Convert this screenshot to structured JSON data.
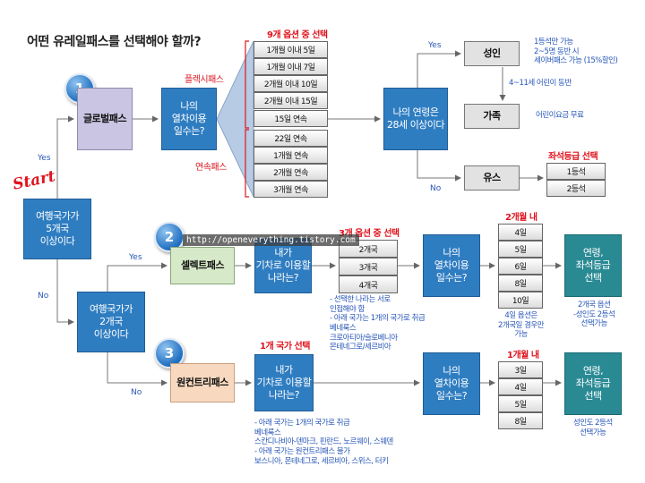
{
  "title": "어떤 유레일패스를 선택해야 할까?",
  "start_label": "Start",
  "url_watermark": "http://openeverything.tistory.com",
  "nodes": {
    "start_q": "여행국가가\n5개국\n이상이다",
    "global_pass": "글로벌패스",
    "days_q1": "나의\n열차이용\n일수는?",
    "age_q": "나의 연령은\n28세 이상이다",
    "adult": "성인",
    "family": "가족",
    "youth": "유스",
    "two_country_q": "여행국가가\n2개국\n이상이다",
    "select_pass": "셀렉트패스",
    "train_q1": "내가\n기차로 이용할\n나라는?",
    "days_q2": "나의\n열차이용\n일수는?",
    "result_select": "연령,\n좌석등급\n선택",
    "one_country_pass": "원컨트리패스",
    "train_q2": "내가\n기차로 이용할\n나라는?",
    "days_q3": "나의\n열차이용\n일수는?",
    "result_one": "연령,\n좌석등급\n선택"
  },
  "badges": [
    "1",
    "2",
    "3"
  ],
  "global_options": {
    "header": "9개 옵션 중 선택",
    "flexi_label": "플렉시패스",
    "continuous_label": "연속패스",
    "items": [
      "1개월 이내 5일",
      "1개월 이내 7일",
      "2개월 이내 10일",
      "2개월 이내 15일",
      "15일 연속",
      "22일 연속",
      "1개월 연속",
      "2개월 연속",
      "3개월 연속"
    ]
  },
  "seat_class": {
    "header": "좌석등급 선택",
    "items": [
      "1등석",
      "2등석"
    ]
  },
  "select_options": {
    "header": "3개 옵션 중 선택",
    "items": [
      "2개국",
      "3개국",
      "4개국"
    ]
  },
  "select_days": {
    "header": "2개월 내",
    "items": [
      "4일",
      "5일",
      "6일",
      "8일",
      "10일"
    ]
  },
  "one_country": {
    "header": "1개 국가 선택"
  },
  "one_days": {
    "header": "1개월 내",
    "items": [
      "3일",
      "4일",
      "5일",
      "8일"
    ]
  },
  "edge_labels": {
    "yes1": "Yes",
    "no1": "No",
    "yes2": "Yes",
    "no2": "No",
    "yes3": "Yes",
    "no3": "No"
  },
  "notes": {
    "adult": "1등석만 가능\n2~5명 동반 시\n세이버패스 가능 (15%할인)",
    "family_arrow": "4~11세 어린이 동반",
    "family": "어린이요금 무료",
    "select_countries": "- 선택한 나라는 서로\n  인접해야 함\n- 아래 국가는 1개의 국가로 취급\n  베네룩스\n  크로아티아/슬로베니아\n  몬테네그로/세르비아",
    "select_days": "4일 옵션은\n2개국일 경우만\n가능",
    "select_result": "2개국 옵션\n-성인도 2등석\n선택가능",
    "one_countries": "- 아래 국가는 1개의 국가로 취급\n  베네룩스\n  스칸디나비아-덴마크, 핀란드, 노르웨이, 스웨덴\n- 아래 국가는 원컨트리패스 불가\n  보스니아, 몬테네그로, 세르비아, 스위스, 터키",
    "one_result": "성인도 2등석\n선택가능"
  }
}
